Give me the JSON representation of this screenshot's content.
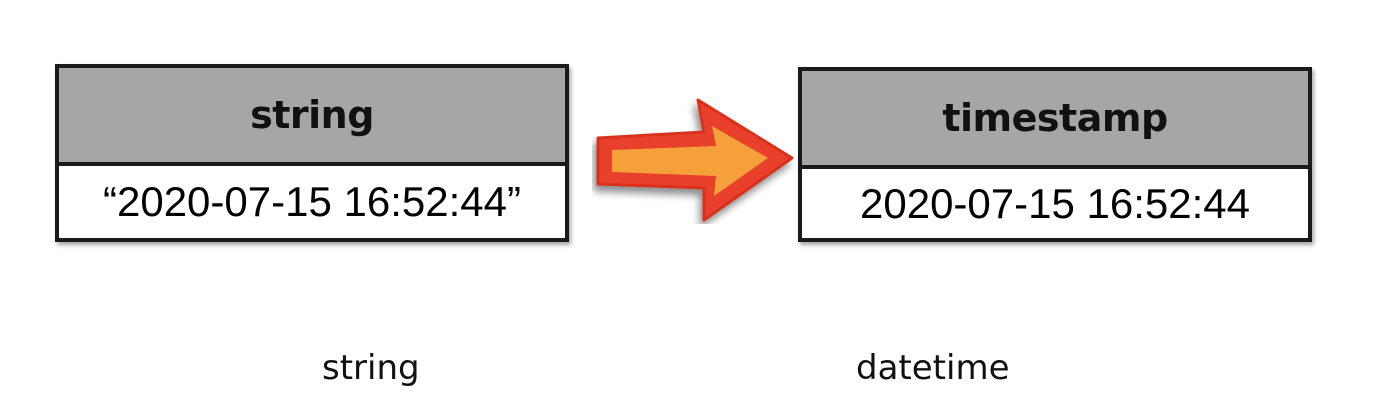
{
  "source_table": {
    "header": "string",
    "value": "“2020-07-15 16:52:44”"
  },
  "target_table": {
    "header": "timestamp",
    "value": "2020-07-15 16:52:44"
  },
  "captions": {
    "left": "string",
    "right": "datetime"
  },
  "colors": {
    "header_fill": "#a6a6a6",
    "border": "#1a1a1a",
    "arrow_outer": "#e8412a",
    "arrow_inner": "#f5a03a"
  },
  "icons": {
    "arrow": "right-arrow-icon"
  }
}
